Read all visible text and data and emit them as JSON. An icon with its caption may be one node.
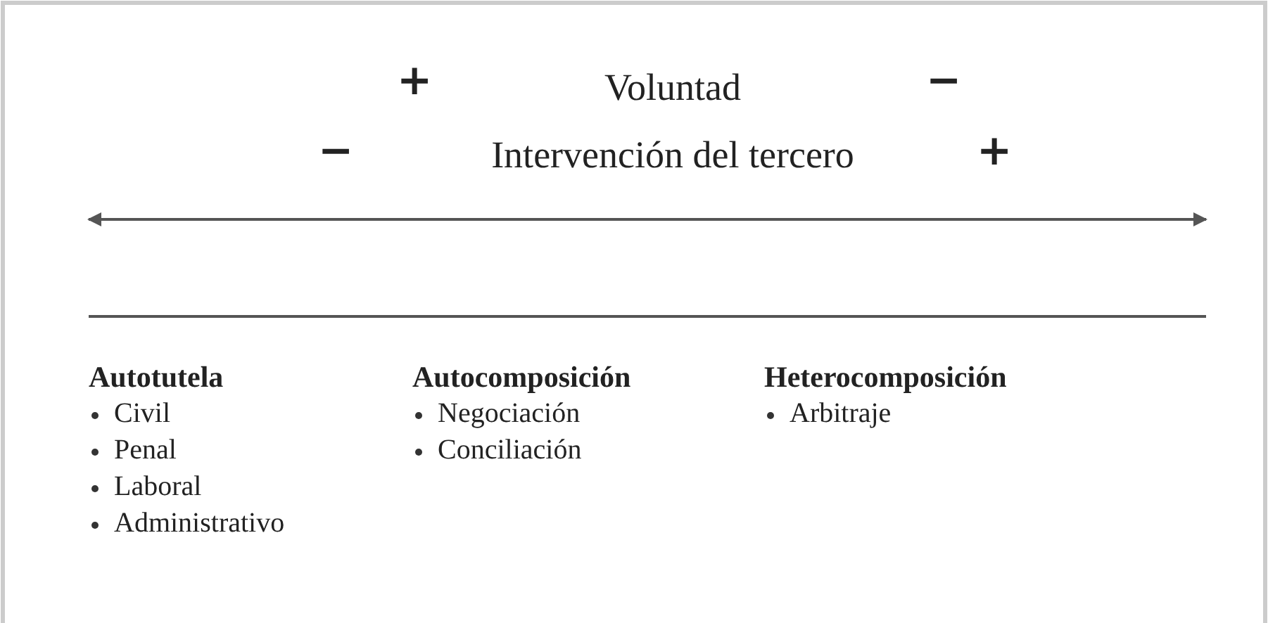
{
  "diagram": {
    "labels": [
      "+",
      "Voluntad",
      "−",
      "−",
      "Intervención del tercero",
      "+",
      "Autotutela",
      "Civil",
      "Penal",
      "Laboral",
      "Administrativo",
      "Autocomposición",
      "Negociación",
      "Conciliación",
      "Heterocomposición",
      "Arbitraje"
    ]
  }
}
